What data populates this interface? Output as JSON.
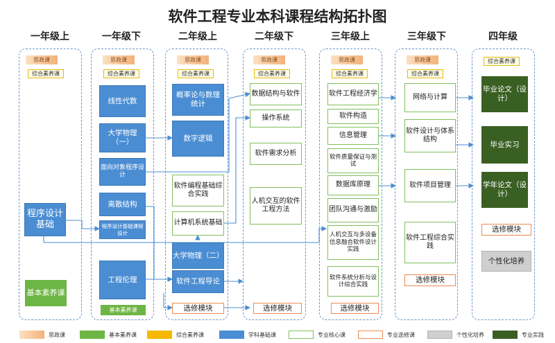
{
  "title": "软件工程专业本科课程结构拓扑图",
  "semesters": [
    "一年级上",
    "一年级下",
    "二年级上",
    "二年级下",
    "三年级上",
    "三年级下",
    "四年级"
  ],
  "tags": {
    "sizheng": "思政课",
    "zonghe": "综合素养课",
    "jiben": "基本素养课",
    "xuanxiu": "选修模块"
  },
  "courses": {
    "s1": {
      "prog": "程序设计基础",
      "basic": "基本素养课"
    },
    "s2": {
      "linalg": "线性代数",
      "physics1": "大学物理（一）",
      "oop": "面向对象程序设计",
      "discrete": "离散结构",
      "progcomp": "程序设计基础课程设计",
      "ethics": "工程伦理"
    },
    "s3": {
      "prob": "概率论与数理统计",
      "logic": "数字逻辑",
      "swprog": "软件编程基础综合实践",
      "arch": "计算机系统基础",
      "physics2": "大学物理（二）",
      "intro": "软件工程导论"
    },
    "s4": {
      "ds": "数据结构与软件",
      "os": "操作系统",
      "req": "软件需求分析",
      "hci": "人机交互的软件工程方法"
    },
    "s5": {
      "econ": "软件工程经济学",
      "construct": "软件构造",
      "infomgmt": "信息管理",
      "quality": "软件质量保证与测试",
      "db": "数据库原理",
      "team": "团队沟通与激励",
      "hcimulti": "人机交互与多设备信息融合软件设计实践",
      "sysana": "软件系统分析与设计综合实践"
    },
    "s6": {
      "network": "网络与计算",
      "design": "软件设计与体系结构",
      "project": "软件项目管理",
      "practice": "软件工程综合实践"
    },
    "s7": {
      "thesis": "毕业论文（设计）",
      "intern": "毕业实习",
      "yearpaper": "学年论文（设计）",
      "personal": "个性化培养"
    }
  },
  "legend": [
    {
      "label": "思政课",
      "color": "#f3b27a"
    },
    {
      "label": "基本素养课",
      "color": "#6db544"
    },
    {
      "label": "综合素养课",
      "color": "#f5b800"
    },
    {
      "label": "学科基础课",
      "color": "#4a8dd3"
    },
    {
      "label": "专业核心课",
      "color": "#7fbf5b"
    },
    {
      "label": "专业选修课",
      "color": "#ed8a52"
    },
    {
      "label": "个性化培养",
      "color": "#cfcfcf"
    },
    {
      "label": "专业实践",
      "color": "#3a5f22"
    }
  ],
  "colors": {
    "column_border": "#6f95c7",
    "arrow": "#4a8dd3"
  }
}
